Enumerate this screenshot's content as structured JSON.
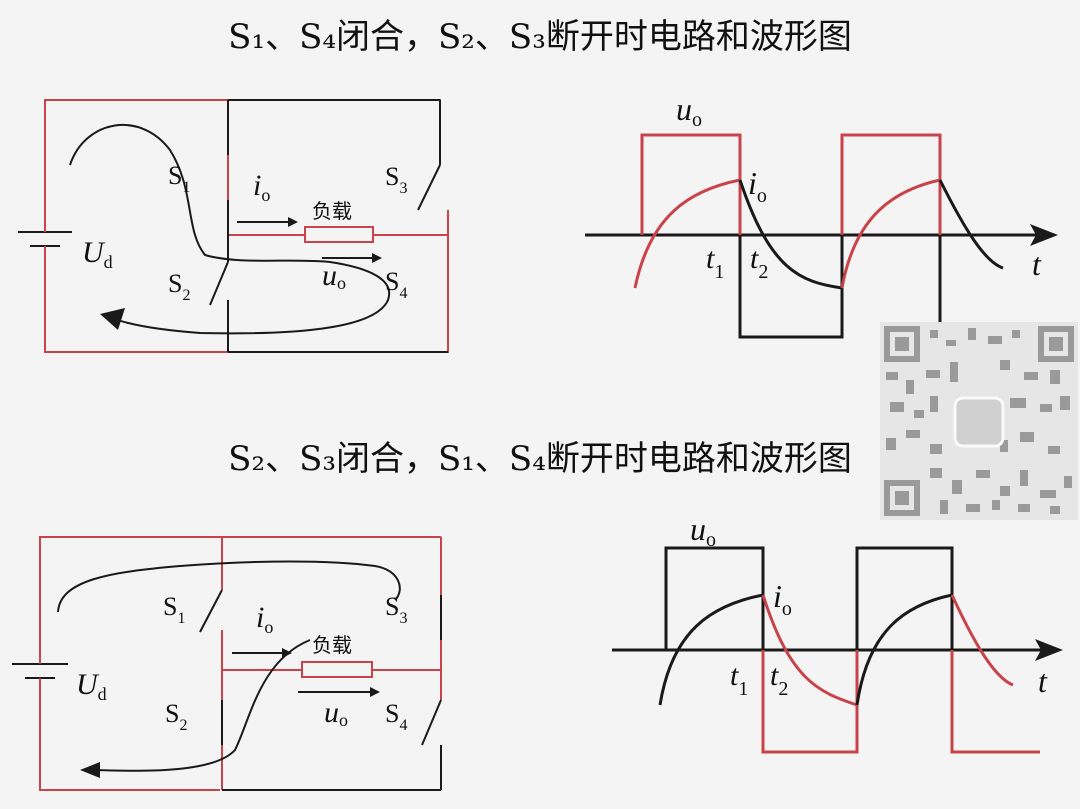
{
  "colors": {
    "circuit_red": "#c8434a",
    "black": "#1a1a1a",
    "background": "#f4f4f4"
  },
  "top": {
    "title": "S₁、S₄闭合，S₂、S₃断开时电路和波形图",
    "circuit": {
      "s1": "S",
      "s1_sub": "1",
      "s2": "S",
      "s2_sub": "2",
      "s3": "S",
      "s3_sub": "3",
      "s4": "S",
      "s4_sub": "4",
      "ud": "U",
      "ud_sub": "d",
      "io": "i",
      "io_sub": "o",
      "uo": "u",
      "uo_sub": "o",
      "load": "负载"
    },
    "waveform": {
      "uo": "u",
      "uo_sub": "o",
      "io": "i",
      "io_sub": "o",
      "t1": "t",
      "t1_sub": "1",
      "t2": "t",
      "t2_sub": "2",
      "t": "t"
    }
  },
  "bottom": {
    "title": "S₂、S₃闭合，S₁、S₄断开时电路和波形图",
    "circuit": {
      "s1": "S",
      "s1_sub": "1",
      "s2": "S",
      "s2_sub": "2",
      "s3": "S",
      "s3_sub": "3",
      "s4": "S",
      "s4_sub": "4",
      "ud": "U",
      "ud_sub": "d",
      "io": "i",
      "io_sub": "o",
      "uo": "u",
      "uo_sub": "o",
      "load": "负载"
    },
    "waveform": {
      "uo": "u",
      "uo_sub": "o",
      "io": "i",
      "io_sub": "o",
      "t1": "t",
      "t1_sub": "1",
      "t2": "t",
      "t2_sub": "2",
      "t": "t"
    }
  }
}
